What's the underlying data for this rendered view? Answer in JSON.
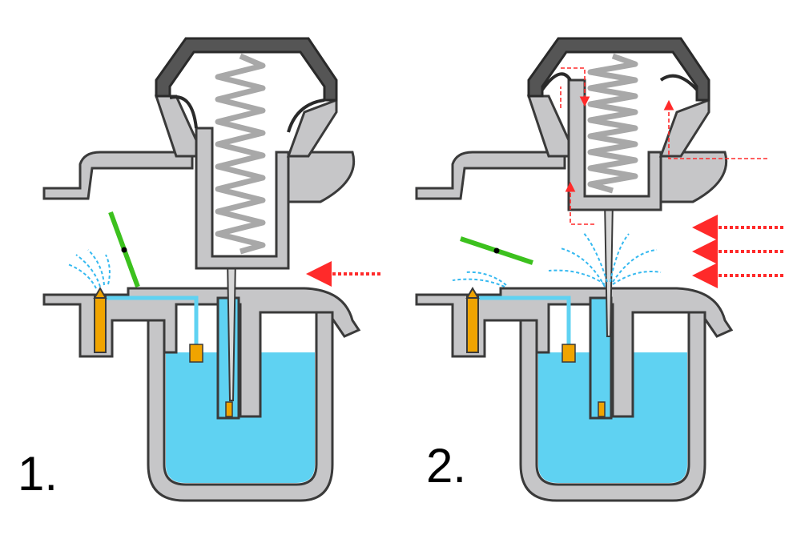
{
  "panels": [
    {
      "id": "idle",
      "label": "1."
    },
    {
      "id": "open",
      "label": "2."
    }
  ],
  "colors": {
    "body": "#c6c6c8",
    "outline": "#3a3a3a",
    "cap": "#8a8a8a",
    "fuel": "#5fd2f2",
    "jet": "#f0a400",
    "throttle": "#3cc11e",
    "spring": "#a8a8a8",
    "airflow": "#ff2a2a",
    "spray": "#35b9f0"
  },
  "icons": [
    "carburetor-body",
    "float-bowl",
    "diaphragm-cap",
    "return-spring",
    "needle",
    "main-jet",
    "idle-jet",
    "throttle-plate",
    "air-arrow",
    "fuel-spray"
  ]
}
